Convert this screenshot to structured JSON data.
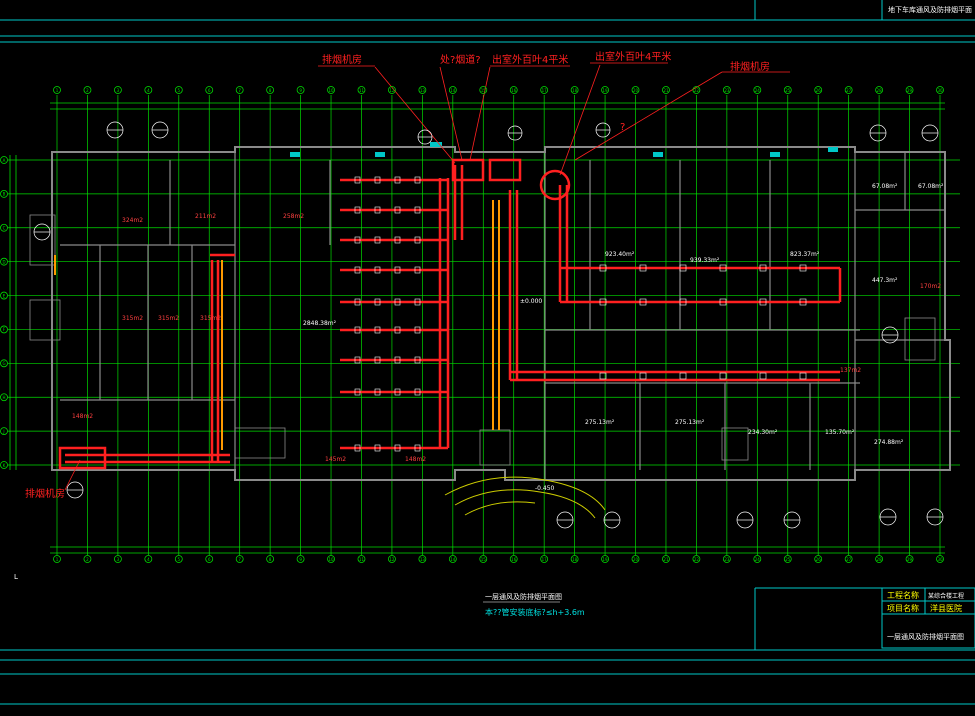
{
  "colors": {
    "background": "#000000",
    "frame": "#00c8c8",
    "wall": "#8a8a8a",
    "grid": "#00dd00",
    "duct": "#ff2020",
    "duct_alt": "#ff9a00",
    "annotation_red": "#ff2020",
    "text_white": "#ffffff",
    "text_cyan": "#00e0e0",
    "text_yellow": "#ffff00"
  },
  "title_block": {
    "top_title": "地下车库通风及防排烟平面",
    "project_name_label": "工程名称",
    "project_name_value": "某综合楼工程",
    "item_name_label": "项目名称",
    "item_name_value": "洋县医院",
    "drawing_name": "一层通风及防排烟平面图"
  },
  "drawing": {
    "caption": "一层通风及防排烟平面图",
    "caption_note": "本??管安装底标?≤h+3.6m"
  },
  "annotations": {
    "smoke_room_left": "排烟机房",
    "shaft_label": "处?烟道?",
    "outdoor_louver_1": "出室外百叶4平米",
    "outdoor_louver_2": "出室外百叶4平米",
    "smoke_room_right": "排烟机房",
    "question_mark": "?",
    "smoke_room_bottom_left": "排烟机房"
  },
  "areas": [
    {
      "label": "324m2"
    },
    {
      "label": "211m2"
    },
    {
      "label": "258m2"
    },
    {
      "label": "315m2"
    },
    {
      "label": "315m2"
    },
    {
      "label": "315m2"
    },
    {
      "label": "2848.38m²"
    },
    {
      "label": "923.40m²"
    },
    {
      "label": "939.33m²"
    },
    {
      "label": "823.37m²"
    },
    {
      "label": "447.3m²"
    },
    {
      "label": "67.08m²"
    },
    {
      "label": "67.08m²"
    },
    {
      "label": "275.13m²"
    },
    {
      "label": "275.13m²"
    },
    {
      "label": "234.30m²"
    },
    {
      "label": "135.70m²"
    },
    {
      "label": "274.88m²"
    },
    {
      "label": "148m2"
    },
    {
      "label": "145m2"
    },
    {
      "label": "148m2"
    },
    {
      "label": "170m2"
    },
    {
      "label": "137m2"
    },
    {
      "label": "±0.000"
    },
    {
      "label": "-0.450"
    }
  ],
  "axis_numbers": [
    "1",
    "2",
    "3",
    "4",
    "5",
    "6",
    "7",
    "8",
    "9",
    "10",
    "11",
    "12",
    "13",
    "14",
    "15",
    "16",
    "17",
    "18",
    "19",
    "20",
    "21",
    "22",
    "23",
    "24",
    "25",
    "26",
    "27",
    "28",
    "29",
    "30"
  ],
  "axis_letters": [
    "A",
    "B",
    "C",
    "D",
    "E",
    "F",
    "G",
    "H",
    "J",
    "K"
  ]
}
